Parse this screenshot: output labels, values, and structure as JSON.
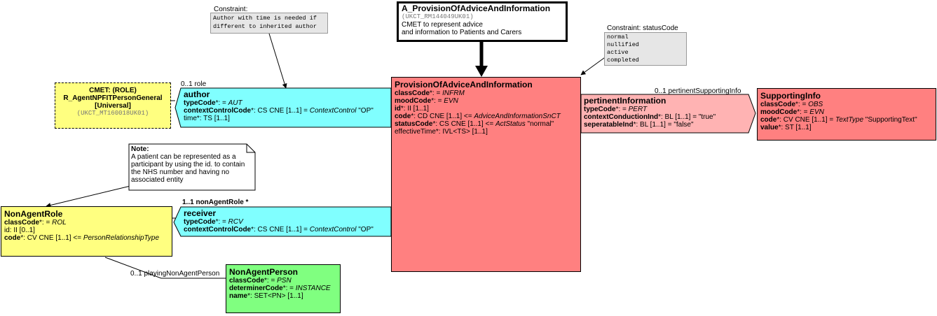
{
  "header": {
    "title": "A_ProvisionOfAdviceAndInformation",
    "id": "(UKCT_RM144049UK01)",
    "desc1": "CMET to represent advice",
    "desc2": "and information to Patients and Carers"
  },
  "constraint_author": {
    "title": "Constraint:",
    "line1": "Author with time is needed if",
    "line2": "different to inherited author"
  },
  "constraint_status": {
    "title": "Constraint: statusCode",
    "items": [
      "normal",
      "nullified",
      "active",
      "completed"
    ]
  },
  "cmet": {
    "line1": "CMET: (ROLE)",
    "line2": "R_AgentNPFITPersonGeneral",
    "line3": "[Universal]",
    "id": "(UKCT_MT160018UK01)"
  },
  "author": {
    "role_label": "0..1 role",
    "title": "author",
    "typeCode_name": "typeCode",
    "typeCode_rest": "*: = ",
    "typeCode_val": "AUT",
    "ccc_name": "contextControlCode",
    "ccc_rest": "*: CS CNE [1..1] = ",
    "ccc_val": "ContextControl",
    "ccc_tail": " \"OP\"",
    "time": "time*: TS [1..1]"
  },
  "main": {
    "title": "ProvisionOfAdviceAndInformation",
    "classCode_name": "classCode",
    "classCode_rest": "*: = ",
    "classCode_val": "INFRM",
    "moodCode_name": "moodCode",
    "moodCode_rest": "*: = ",
    "moodCode_val": "EVN",
    "id_name": "id",
    "id_rest": "*: II [1..1]",
    "code_name": "code",
    "code_rest": "*: CD CNE [1..1] <= ",
    "code_val": "AdviceAndInformationSnCT",
    "status_name": "statusCode",
    "status_rest": "*: CS CNE [1..1] <= ",
    "status_val": "ActStatus",
    "status_tail": " \"normal\"",
    "effective": "effectiveTime*: IVL<TS> [1..1]"
  },
  "pertinent": {
    "role_label": "0..1 pertinentSupportingInfo",
    "title": "pertinentInformation",
    "typeCode_name": "typeCode",
    "typeCode_rest": "*: = ",
    "typeCode_val": "PERT",
    "cci_name": "contextConductionInd",
    "cci_rest": "*: BL [1..1] = \"true\"",
    "sep_name": "seperatableInd",
    "sep_rest": "*: BL [1..1] = \"false\""
  },
  "supporting": {
    "title": "SupportingInfo",
    "classCode_name": "classCode",
    "classCode_rest": "*: = ",
    "classCode_val": "OBS",
    "moodCode_name": "moodCode",
    "moodCode_rest": "*: = ",
    "moodCode_val": "EVN",
    "code_name": "code",
    "code_rest": "*: CV CNE [1..1] = ",
    "code_val": "TextType",
    "code_tail": " \"SupportingText\"",
    "value_name": "value",
    "value_rest": "*: ST [1..1]"
  },
  "note": {
    "title": "Note:",
    "lines": [
      "A patient can be represented as  a",
      "participant by using the id. to contain",
      "the NHS number and having no",
      "associated entity"
    ]
  },
  "receiver": {
    "role_label": "1..1 nonAgentRole  *",
    "title": "receiver",
    "typeCode_name": "typeCode",
    "typeCode_rest": "*: = ",
    "typeCode_val": "RCV",
    "ccc_name": "contextControlCode",
    "ccc_rest": "*: CS CNE [1..1] = ",
    "ccc_val": "ContextControl",
    "ccc_tail": " \"OP\""
  },
  "nonagentrole": {
    "title": "NonAgentRole",
    "classCode_name": "classCode",
    "classCode_rest": "*: = ",
    "classCode_val": "ROL",
    "id": "id: II [0..1]",
    "code_name": "code",
    "code_rest": "*: CV CNE [1..1] <= ",
    "code_val": "PersonRelationshipType"
  },
  "nonagentperson": {
    "role_label": "0..1 playingNonAgentPerson",
    "title": "NonAgentPerson",
    "classCode_name": "classCode",
    "classCode_rest": "*: = ",
    "classCode_val": "PSN",
    "det_name": "determinerCode",
    "det_rest": "*: = ",
    "det_val": "INSTANCE",
    "name_name": "name",
    "name_rest": "*: SET<PN> [1..1]"
  },
  "colors": {
    "act": "#ff8080",
    "act_light": "#ffb3b3",
    "participation": "#80ffff",
    "role": "#ffff80",
    "entity": "#80ff80",
    "note": "#e6e6e6"
  }
}
